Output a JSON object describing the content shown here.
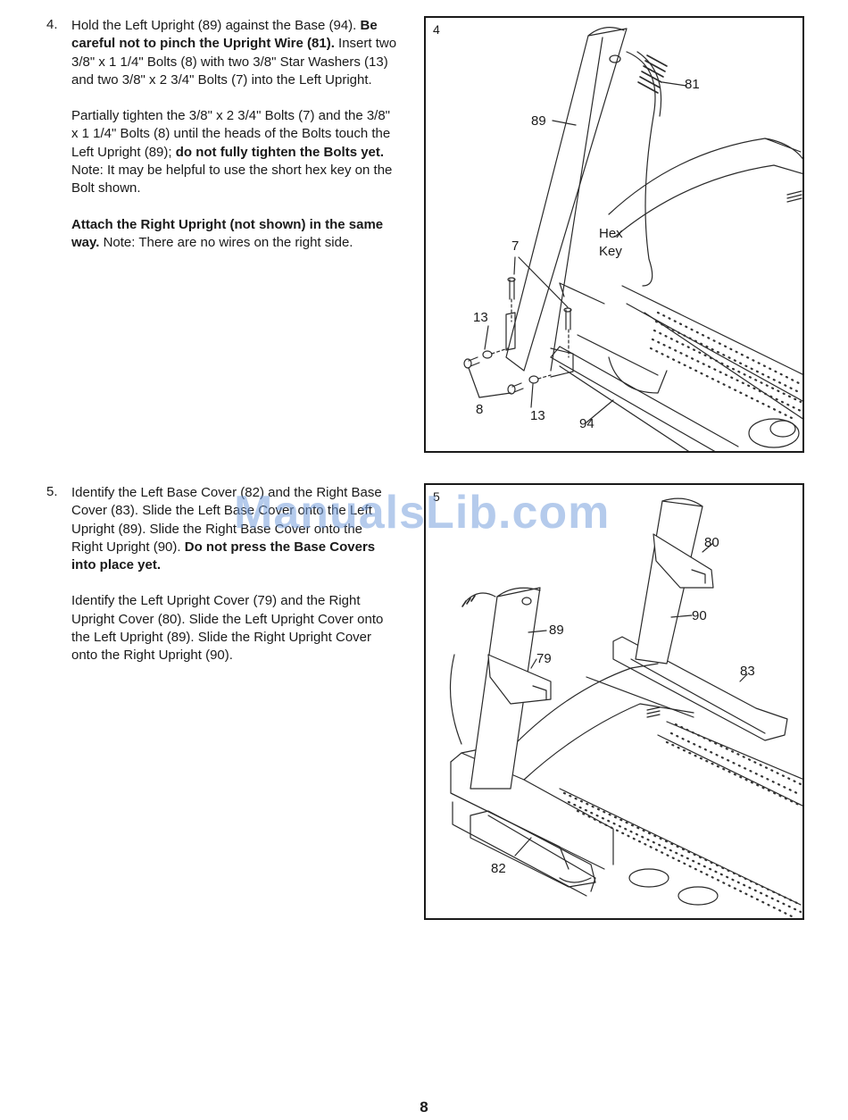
{
  "step4": {
    "number": "4.",
    "para1_a": "Hold the Left Upright (89) against the Base (94).",
    "para1_b": "Be careful not to pinch the Upright Wire (81).",
    "para1_c": "Insert two 3/8\" x 1 1/4\" Bolts (8) with two 3/8\" Star Washers (13) and two 3/8\" x 2 3/4\" Bolts (7) into the Left Upright.",
    "para2_a": "Partially tighten the 3/8\" x 2 3/4\" Bolts (7) and the 3/8\" x 1 1/4\" Bolts (8) until the heads of the Bolts touch the Left Upright (89);",
    "para2_b": "do not fully tighten the Bolts yet.",
    "para2_c": "Note: It may be helpful to use the short hex key on the Bolt shown.",
    "para3_a": "Attach the Right Upright (not shown) in the same way.",
    "para3_b": "Note: There are no wires on the right side."
  },
  "step5": {
    "number": "5.",
    "para1_a": "Identify the Left Base Cover (82) and the Right Base Cover (83). Slide the Left Base Cover onto the Left Upright (89). Slide the Right Base Cover onto the Right Upright (90).",
    "para1_b": "Do not press the Base Covers into place yet.",
    "para2": "Identify the Left Upright Cover (79) and the Right Upright Cover (80). Slide the Left Upright Cover onto the Left Upright (89). Slide the Right Upright Cover onto the Right Upright (90)."
  },
  "figure4": {
    "panel_number": "4",
    "callouts": {
      "c81": "81",
      "c89": "89",
      "hex": "Hex",
      "key": "Key",
      "c7": "7",
      "c13a": "13",
      "c8": "8",
      "c13b": "13",
      "c94": "94"
    }
  },
  "figure5": {
    "panel_number": "5",
    "callouts": {
      "c80": "80",
      "c90": "90",
      "c89": "89",
      "c79": "79",
      "c83": "83",
      "c82": "82"
    }
  },
  "watermark": "ManualsLib.com",
  "page_number": "8"
}
